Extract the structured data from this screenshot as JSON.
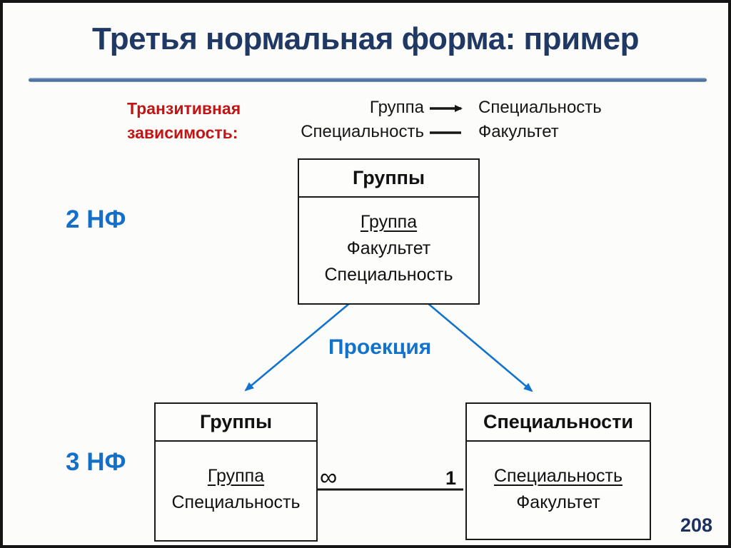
{
  "slide": {
    "title": "Третья нормальная форма: пример",
    "page_number": "208"
  },
  "dependency": {
    "label_line1": "Транзитивная",
    "label_line2": "зависимость:",
    "rows": [
      {
        "from": "Группа",
        "to": "Специальность"
      },
      {
        "from": "Специальность",
        "to": "Факультет"
      }
    ]
  },
  "stages": [
    {
      "label": "2 НФ"
    },
    {
      "label": "3 НФ"
    }
  ],
  "projection_label": "Проекция",
  "tables": {
    "top": {
      "title": "Группы",
      "fields": [
        {
          "name": "Группа",
          "key": true
        },
        {
          "name": "Факультет",
          "key": false
        },
        {
          "name": "Специальность",
          "key": false
        }
      ]
    },
    "bottom_left": {
      "title": "Группы",
      "fields": [
        {
          "name": "Группа",
          "key": true
        },
        {
          "name": "Специальность",
          "key": false
        }
      ]
    },
    "bottom_right": {
      "title": "Специальности",
      "fields": [
        {
          "name": "Специальность",
          "key": true
        },
        {
          "name": "Факультет",
          "key": false
        }
      ]
    }
  },
  "relationship": {
    "many_symbol": "∞",
    "one_symbol": "1"
  },
  "colors": {
    "title_navy": "#203864",
    "accent_blue": "#1273cd",
    "dependency_red": "#c21414",
    "rule_steel_blue": "#48709f",
    "page_number_navy": "#1d3160"
  }
}
